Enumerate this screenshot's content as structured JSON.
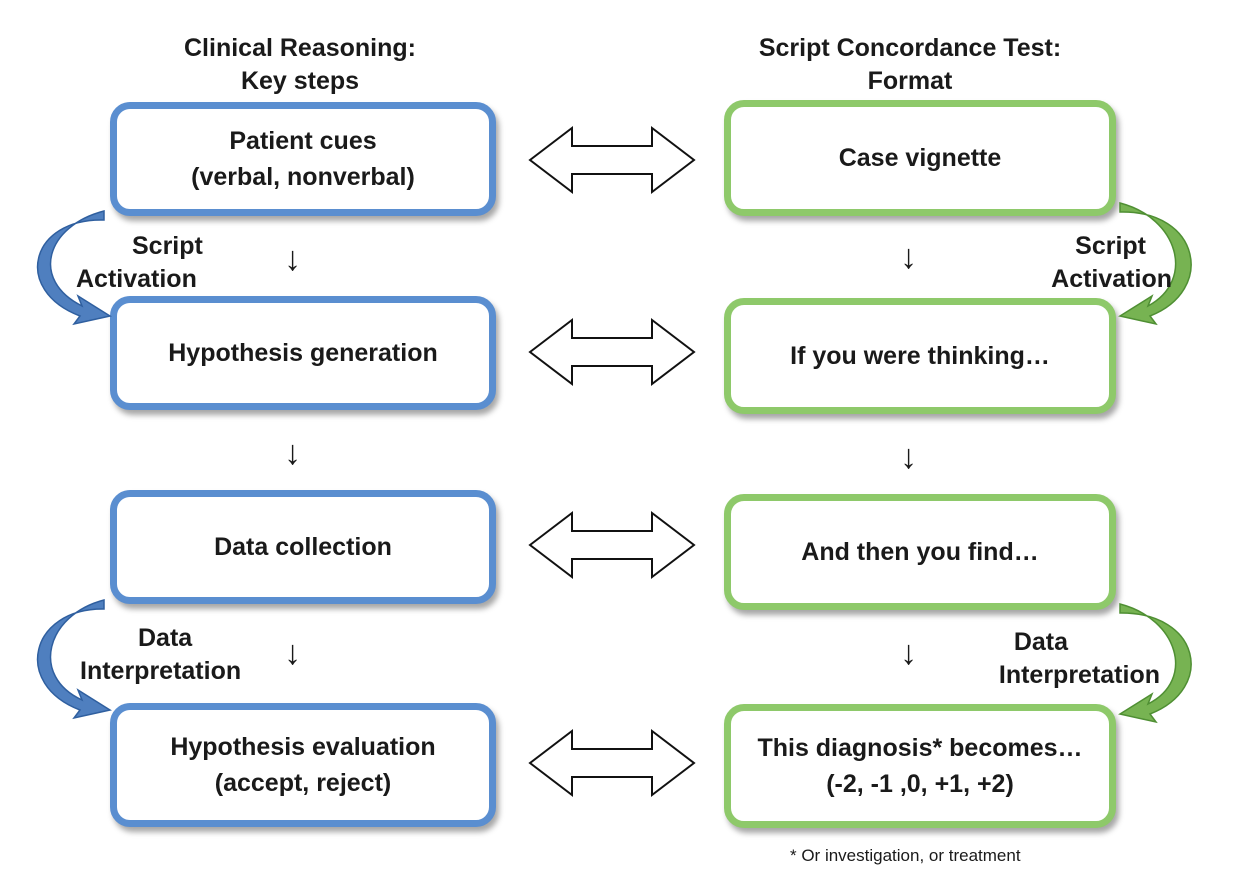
{
  "headings": {
    "left": [
      "Clinical Reasoning:",
      "Key steps"
    ],
    "right": [
      "Script Concordance Test:",
      "Format"
    ]
  },
  "left_boxes": [
    {
      "lines": [
        "Patient cues",
        "(verbal, nonverbal)"
      ]
    },
    {
      "lines": [
        "Hypothesis generation"
      ]
    },
    {
      "lines": [
        "Data collection"
      ]
    },
    {
      "lines": [
        "Hypothesis evaluation",
        "(accept, reject)"
      ]
    }
  ],
  "right_boxes": [
    {
      "lines": [
        "Case vignette"
      ]
    },
    {
      "lines": [
        "If you were thinking…"
      ]
    },
    {
      "lines": [
        "And then you find…"
      ]
    },
    {
      "lines": [
        "This diagnosis* becomes…",
        "(-2, -1 ,0, +1, +2)"
      ]
    }
  ],
  "side_labels": {
    "left_top": [
      "Script",
      "Activation"
    ],
    "left_bottom": [
      "Data",
      "Interpretation"
    ],
    "right_top": [
      "Script",
      "Activation"
    ],
    "right_bottom": [
      "Data",
      "Interpretation"
    ]
  },
  "down_arrow_glyph": "↓",
  "footnote": "* Or investigation, or treatment",
  "colors": {
    "left_border": "#5a8ed0",
    "right_border": "#8ec96a",
    "left_curve": "#4f7fbf",
    "right_curve": "#77b352"
  }
}
